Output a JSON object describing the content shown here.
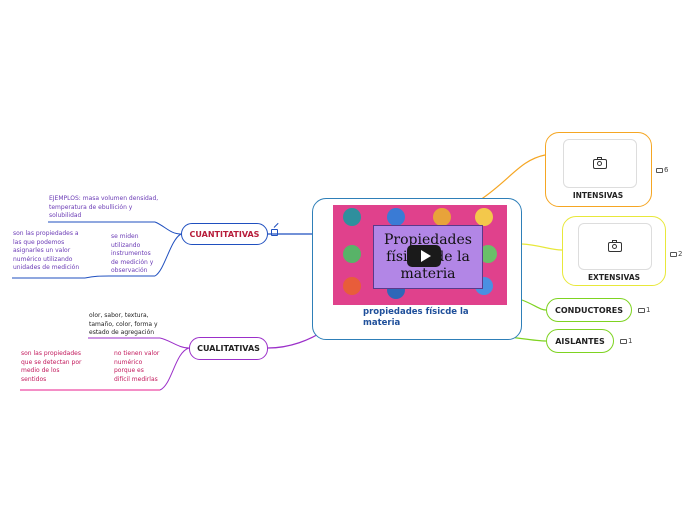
{
  "central": {
    "video_title": "Propiedades físicas de la materia",
    "caption": "propiedades físicde la materia"
  },
  "branches": {
    "intensivas": {
      "label": "INTENSIVAS",
      "comments": "6",
      "icon": "camera-icon"
    },
    "extensivas": {
      "label": "EXTENSIVAS",
      "comments": "2",
      "icon": "camera-icon"
    },
    "conductores": {
      "label": "CONDUCTORES",
      "comments": "1"
    },
    "aislantes": {
      "label": "AISLANTES",
      "comments": "1"
    },
    "cuantitativas": {
      "label": "CUANTITATIVAS",
      "icon": "external-link-icon",
      "ejemplos": "EJEMPLOS: masa volumen densidad, temperatura de ebullición y solubilidad",
      "definicion": "son las propiedades a las que podemos asignarles un valor numérico utilizando unidades de medición",
      "medicion": "se miden utilizando instrumentos de medición y observación"
    },
    "cualitativas": {
      "label": "CUALITATIVAS",
      "ejemplos": "olor, sabor, textura, tamaño, color, forma y estado de agregación",
      "definicion": "son las propiedades que se detectan por medio de los sentidos",
      "medicion": "no tienen valor numérico porque es difícil medirlas"
    }
  },
  "colors": {
    "central_border": "#2e7fb8",
    "orange": "#f5a623",
    "yellow": "#e8e83a",
    "green": "#7ed321",
    "blue": "#1f4fbf",
    "purple": "#9b2fc9",
    "pink": "#e91e8c",
    "video_bg": "#e0418c",
    "video_title_bg": "#b286e6"
  }
}
